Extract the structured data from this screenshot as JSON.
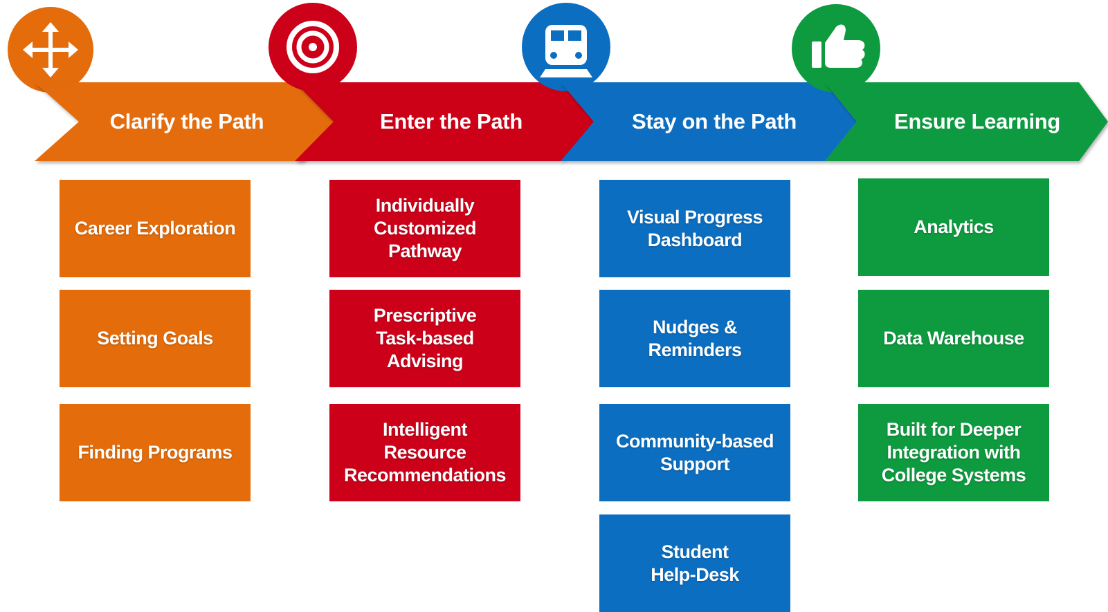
{
  "colors": {
    "orange": "#E46C0A",
    "red": "#CC0019",
    "blue": "#0B6EC1",
    "green": "#0E9A3F",
    "white": "#FFFFFF"
  },
  "stages": [
    {
      "title": "Clarify the Path",
      "icon": "move-arrows-icon",
      "color": "#E46C0A",
      "items": [
        "Career Exploration",
        "Setting Goals",
        "Finding Programs"
      ]
    },
    {
      "title": "Enter the Path",
      "icon": "target-icon",
      "color": "#CC0019",
      "items": [
        "Individually\nCustomized\nPathway",
        "Prescriptive\nTask-based\nAdvising",
        "Intelligent\nResource\nRecommendations"
      ]
    },
    {
      "title": "Stay on the Path",
      "icon": "train-icon",
      "color": "#0B6EC1",
      "items": [
        "Visual Progress\nDashboard",
        "Nudges &\nReminders",
        "Community-based\nSupport",
        "Student\nHelp-Desk"
      ]
    },
    {
      "title": "Ensure Learning",
      "icon": "thumbs-up-icon",
      "color": "#0E9A3F",
      "items": [
        "Analytics",
        "Data Warehouse",
        "Built for Deeper\nIntegration with\nCollege Systems"
      ]
    }
  ]
}
